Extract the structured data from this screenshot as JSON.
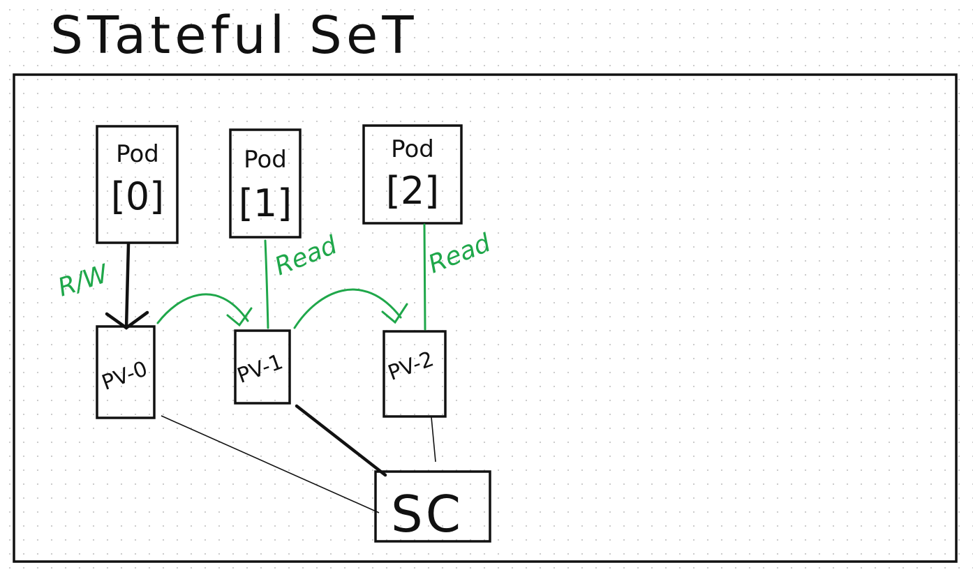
{
  "title": "STateful SeT",
  "colors": {
    "ink": "#111111",
    "green": "#1fa74a"
  },
  "pods": [
    {
      "label": "Pod",
      "index": "[0]"
    },
    {
      "label": "Pod",
      "index": "[1]"
    },
    {
      "label": "Pod",
      "index": "[2]"
    }
  ],
  "volumes": [
    "PV-0",
    "PV-1",
    "PV-2"
  ],
  "storage_class": "SC",
  "access_labels": [
    "R/W",
    "Read",
    "Read"
  ]
}
